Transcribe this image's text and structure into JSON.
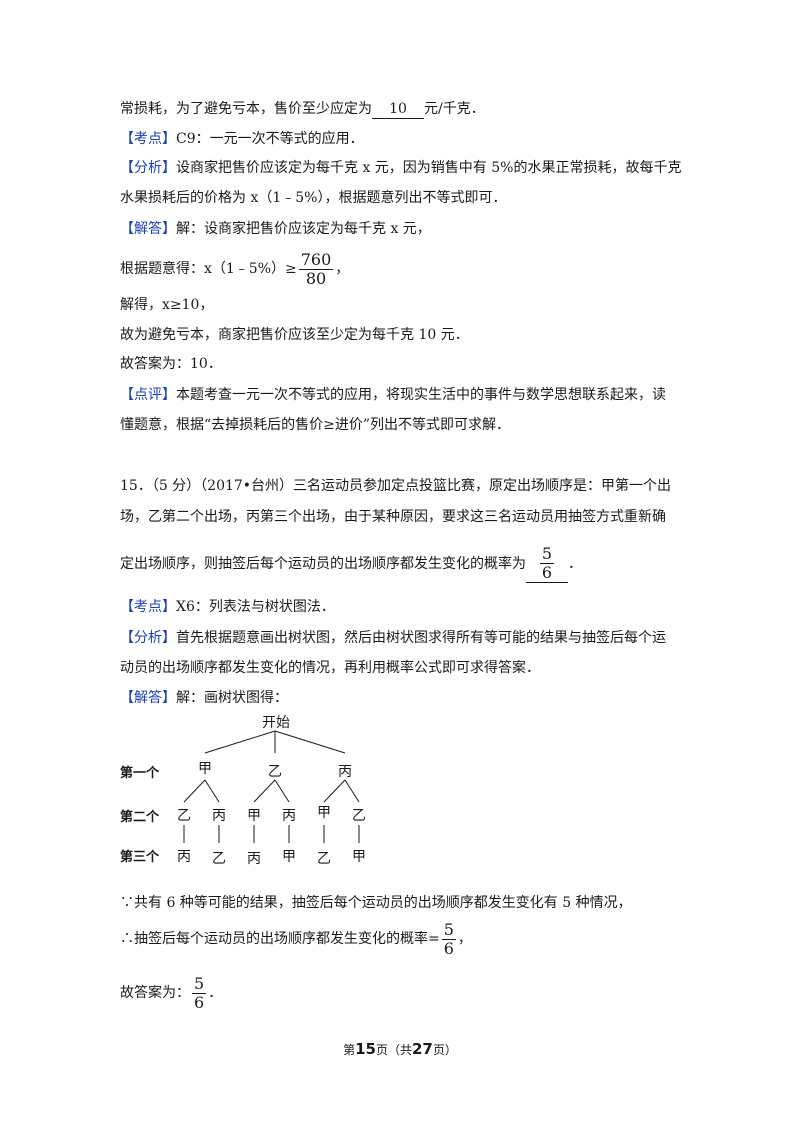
{
  "p14": {
    "l1_pre": "常损耗，为了避免亏本，售价至少应定为",
    "l1_ans": "10",
    "l1_post": "元/千克．",
    "kaodian_tag": "【考点】",
    "kaodian_text": "C9：一元一次不等式的应用．",
    "fenxi_tag": "【分析】",
    "fenxi_l1": "设商家把售价应该定为每千克 x 元，因为销售中有 5%的水果正常损耗，故每千克",
    "fenxi_l2": "水果损耗后的价格为 x（1﹣5%），根据题意列出不等式即可．",
    "jieda_tag": "【解答】",
    "jieda_l1": "解：设商家把售价应该定为每千克 x 元，",
    "jieda_l2_pre": "根据题意得：x（1﹣5%）≥",
    "jieda_l2_num": "760",
    "jieda_l2_den": "80",
    "jieda_l2_post": "，",
    "jieda_l3": "解得，x≥10，",
    "jieda_l4": "故为避免亏本，商家把售价应该至少定为每千克 10 元．",
    "jieda_l5": "故答案为：10．",
    "dianping_tag": "【点评】",
    "dianping_l1": "本题考查一元一次不等式的应用，将现实生活中的事件与数学思想联系起来，读",
    "dianping_l2": "懂题意，根据“去掉损耗后的售价≥进价”列出不等式即可求解．"
  },
  "p15": {
    "q_l1": "15．（5 分）（2017•台州）三名运动员参加定点投篮比赛，原定出场顺序是：甲第一个出",
    "q_l2": "场，乙第二个出场，丙第三个出场，由于某种原因，要求这三名运动员用抽签方式重新确",
    "q_l3_pre": "定出场顺序，则抽签后每个运动员的出场顺序都发生变化的概率为",
    "q_ans_num": "5",
    "q_ans_den": "6",
    "q_l3_post": "．",
    "kaodian_tag": "【考点】",
    "kaodian_text": "X6：列表法与树状图法．",
    "fenxi_tag": "【分析】",
    "fenxi_l1": "首先根据题意画出树状图，然后由树状图求得所有等可能的结果与抽签后每个运",
    "fenxi_l2": "动员的出场顺序都发生变化的情况，再利用概率公式即可求得答案．",
    "jieda_tag": "【解答】",
    "jieda_l1": "解：画树状图得：",
    "tree": {
      "root": "开始",
      "row_labels": [
        "第一个",
        "第二个",
        "第三个"
      ],
      "level1": [
        "甲",
        "乙",
        "丙"
      ],
      "level2": [
        "乙",
        "丙",
        "甲",
        "丙",
        "甲",
        "乙"
      ],
      "level3": [
        "丙",
        "乙",
        "丙",
        "甲",
        "乙",
        "甲"
      ]
    },
    "c1": "∵共有 6 种等可能的结果，抽签后每个运动员的出场顺序都发生变化有 5 种情况，",
    "c2_pre": "∴抽签后每个运动员的出场顺序都发生变化的概率=",
    "c2_num": "5",
    "c2_den": "6",
    "c2_post": "，",
    "c3_pre": "故答案为：",
    "c3_num": "5",
    "c3_den": "6",
    "c3_post": "．"
  },
  "footer": {
    "pre": "第",
    "page": "15",
    "mid": "页（共",
    "total": "27",
    "post": "页）"
  },
  "colors": {
    "tag": "#1a3fb8",
    "text": "#1a1a1a"
  }
}
